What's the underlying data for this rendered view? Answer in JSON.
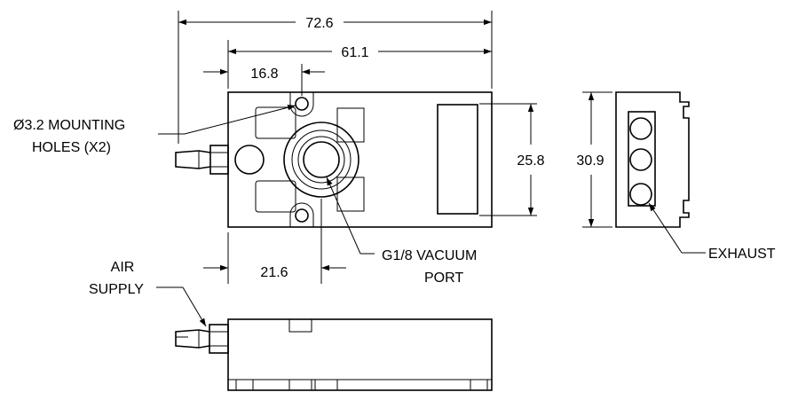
{
  "drawing": {
    "dimensions": {
      "overall_length": "72.6",
      "body_length": "61.1",
      "hole_offset": "16.8",
      "port_offset": "21.6",
      "body_height": "25.8",
      "overall_height": "30.9"
    },
    "callouts": {
      "mounting_holes_line1": "Ø3.2 MOUNTING",
      "mounting_holes_line2": "HOLES (X2)",
      "vacuum_port_line1": "G1/8 VACUUM",
      "vacuum_port_line2": "PORT",
      "exhaust": "EXHAUST",
      "air_supply_line1": "AIR",
      "air_supply_line2": "SUPPLY"
    }
  }
}
